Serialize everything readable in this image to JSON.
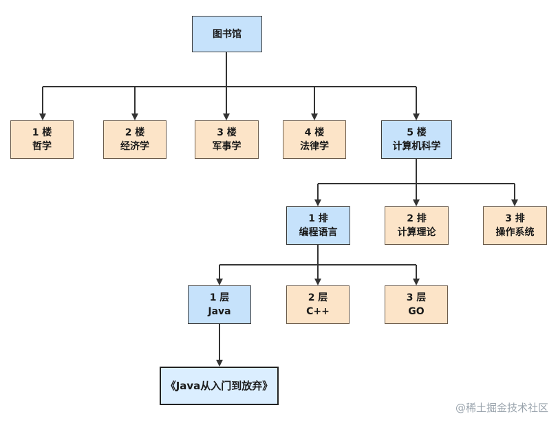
{
  "root": {
    "label": "图书馆"
  },
  "floors": [
    {
      "num": "1 楼",
      "name": "哲学"
    },
    {
      "num": "2 楼",
      "name": "经济学"
    },
    {
      "num": "3 楼",
      "name": "军事学"
    },
    {
      "num": "4 楼",
      "name": "法律学"
    },
    {
      "num": "5 楼",
      "name": "计算机科学"
    }
  ],
  "rows": [
    {
      "num": "1 排",
      "name": "编程语言"
    },
    {
      "num": "2 排",
      "name": "计算理论"
    },
    {
      "num": "3 排",
      "name": "操作系统"
    }
  ],
  "shelves": [
    {
      "num": "1 层",
      "name": "Java"
    },
    {
      "num": "2 层",
      "name": "C++"
    },
    {
      "num": "3 层",
      "name": "GO"
    }
  ],
  "book": {
    "title": "《Java从入门到放弃》"
  },
  "watermark": "@稀土掘金技术社区",
  "colors": {
    "highlight": "#c6e2fb",
    "normal": "#fce4c8",
    "line": "#333333"
  }
}
